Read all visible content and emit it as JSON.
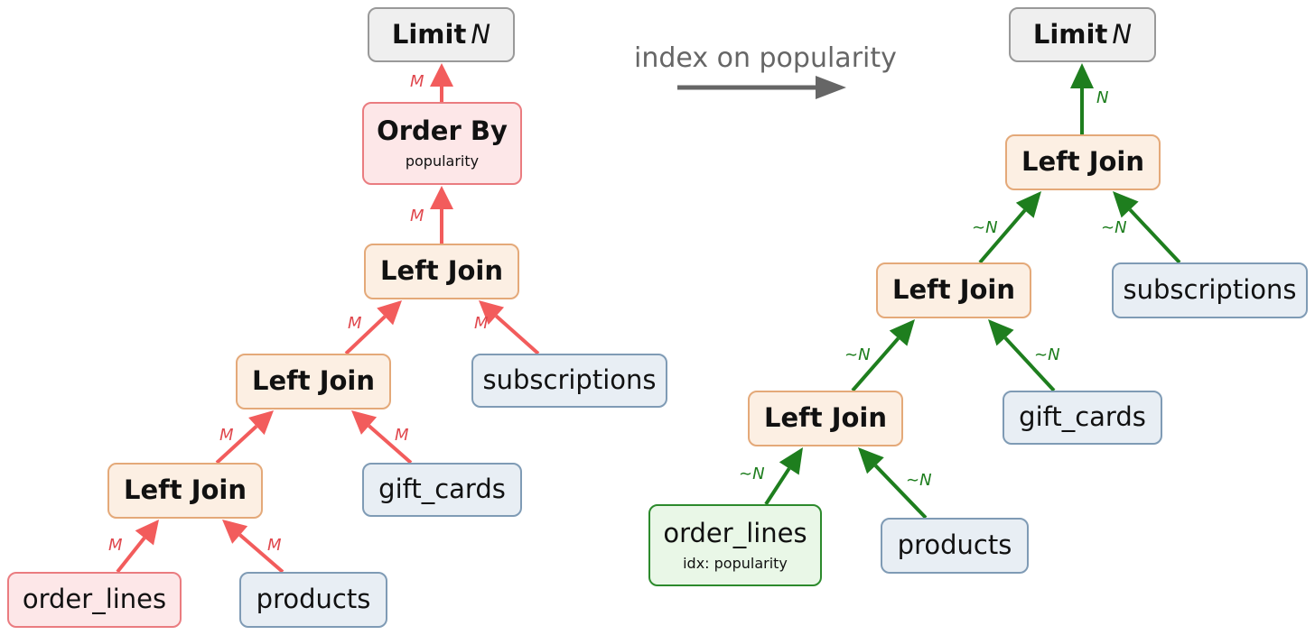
{
  "colors": {
    "red": "#f25c5c",
    "green": "#1e7e1e",
    "gray": "#666666"
  },
  "transition": {
    "label": "index on popularity"
  },
  "left_plan": {
    "limit": {
      "label": "Limit",
      "var": "N"
    },
    "order_by": {
      "label": "Order By",
      "sub": "popularity"
    },
    "join1": {
      "label": "Left Join"
    },
    "join2": {
      "label": "Left Join"
    },
    "join3": {
      "label": "Left Join"
    },
    "subscriptions": {
      "label": "subscriptions"
    },
    "gift_cards": {
      "label": "gift_cards"
    },
    "order_lines": {
      "label": "order_lines"
    },
    "products": {
      "label": "products"
    },
    "edge_label": "M"
  },
  "right_plan": {
    "limit": {
      "label": "Limit",
      "var": "N"
    },
    "join1": {
      "label": "Left Join"
    },
    "join2": {
      "label": "Left Join"
    },
    "join3": {
      "label": "Left Join"
    },
    "subscriptions": {
      "label": "subscriptions"
    },
    "gift_cards": {
      "label": "gift_cards"
    },
    "order_lines": {
      "label": "order_lines",
      "sub": "idx:  popularity"
    },
    "products": {
      "label": "products"
    },
    "edge_label_top": "N",
    "edge_label": "∼N"
  }
}
